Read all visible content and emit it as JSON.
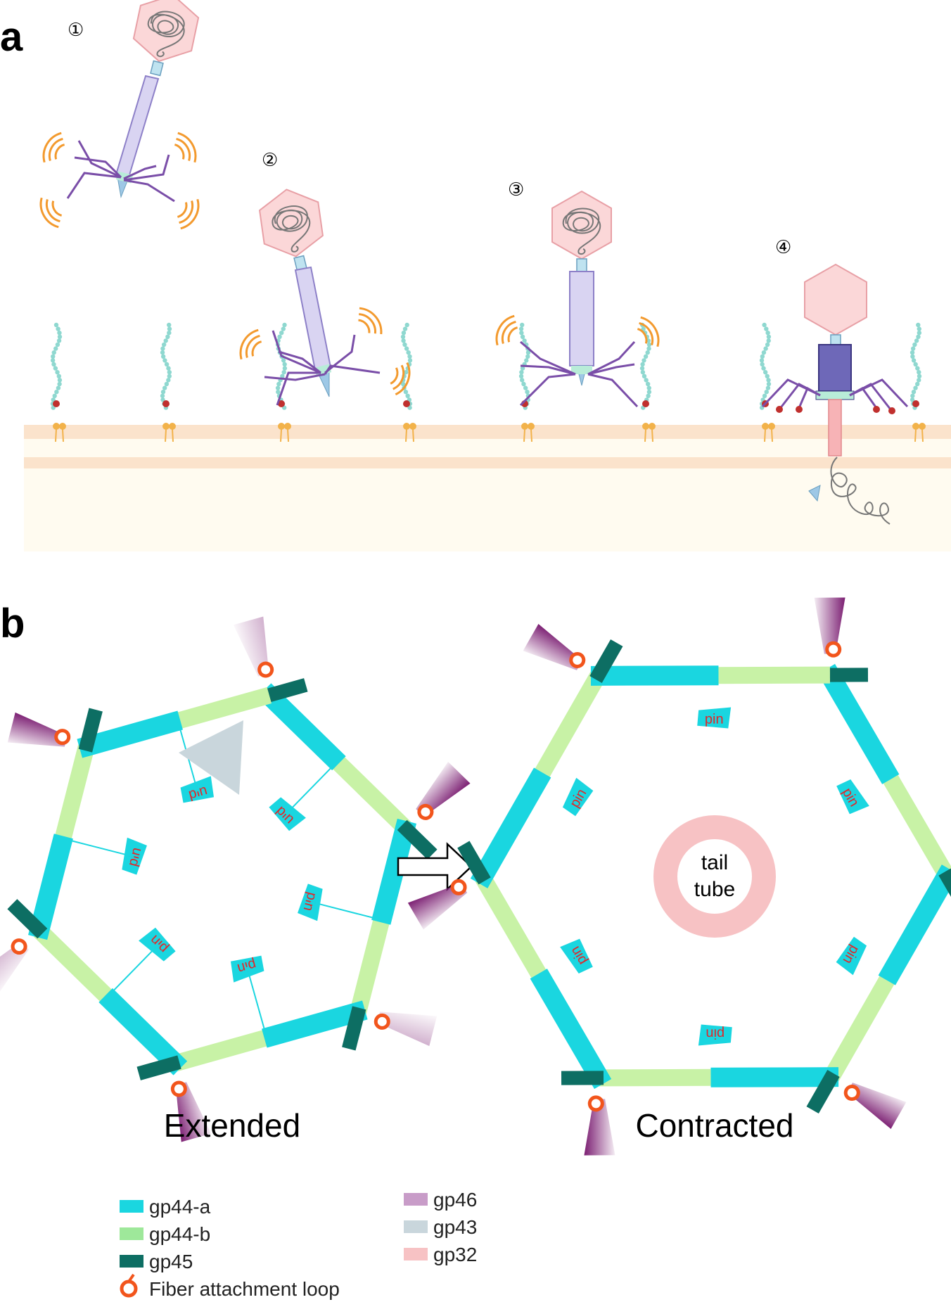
{
  "panel_a": {
    "letter": "a",
    "steps": [
      "①",
      "②",
      "③",
      "④"
    ]
  },
  "panel_b": {
    "letter": "b",
    "pin_label": "pin",
    "extended_label": "Extended",
    "contracted_label": "Contracted",
    "tail_tube_line1": "tail",
    "tail_tube_line2": "tube"
  },
  "legend": {
    "items": [
      {
        "label": "gp44-a",
        "color": "#1ad6e0"
      },
      {
        "label": "gp44-b",
        "color": "#9ee89a"
      },
      {
        "label": "gp45",
        "color": "#0d6e63"
      },
      {
        "label": "Fiber attachment loop",
        "color": "#f2551c"
      },
      {
        "label": "gp46",
        "color": "#c89cc8"
      },
      {
        "label": "gp43",
        "color": "#c9d6dc"
      },
      {
        "label": "gp32",
        "color": "#f7c2c4"
      }
    ]
  },
  "colors": {
    "capsid_fill": "#fbd7d8",
    "capsid_stroke": "#e8a0a6",
    "tail_fill": "#d9d4f2",
    "fiber": "#7a4ea8",
    "signal": "#f39a2e",
    "membrane": "#fbe3cc",
    "receptor_bead": "#8fd8d0",
    "lipid_head": "#f2b24a",
    "gp44a": "#1ad6e0",
    "gp44b": "#c8f2a6",
    "gp45": "#0d6e63",
    "gp46": "#7b1e72",
    "gp43": "#c9d6dc",
    "gp32": "#f7c2c4",
    "loop": "#f2551c"
  }
}
